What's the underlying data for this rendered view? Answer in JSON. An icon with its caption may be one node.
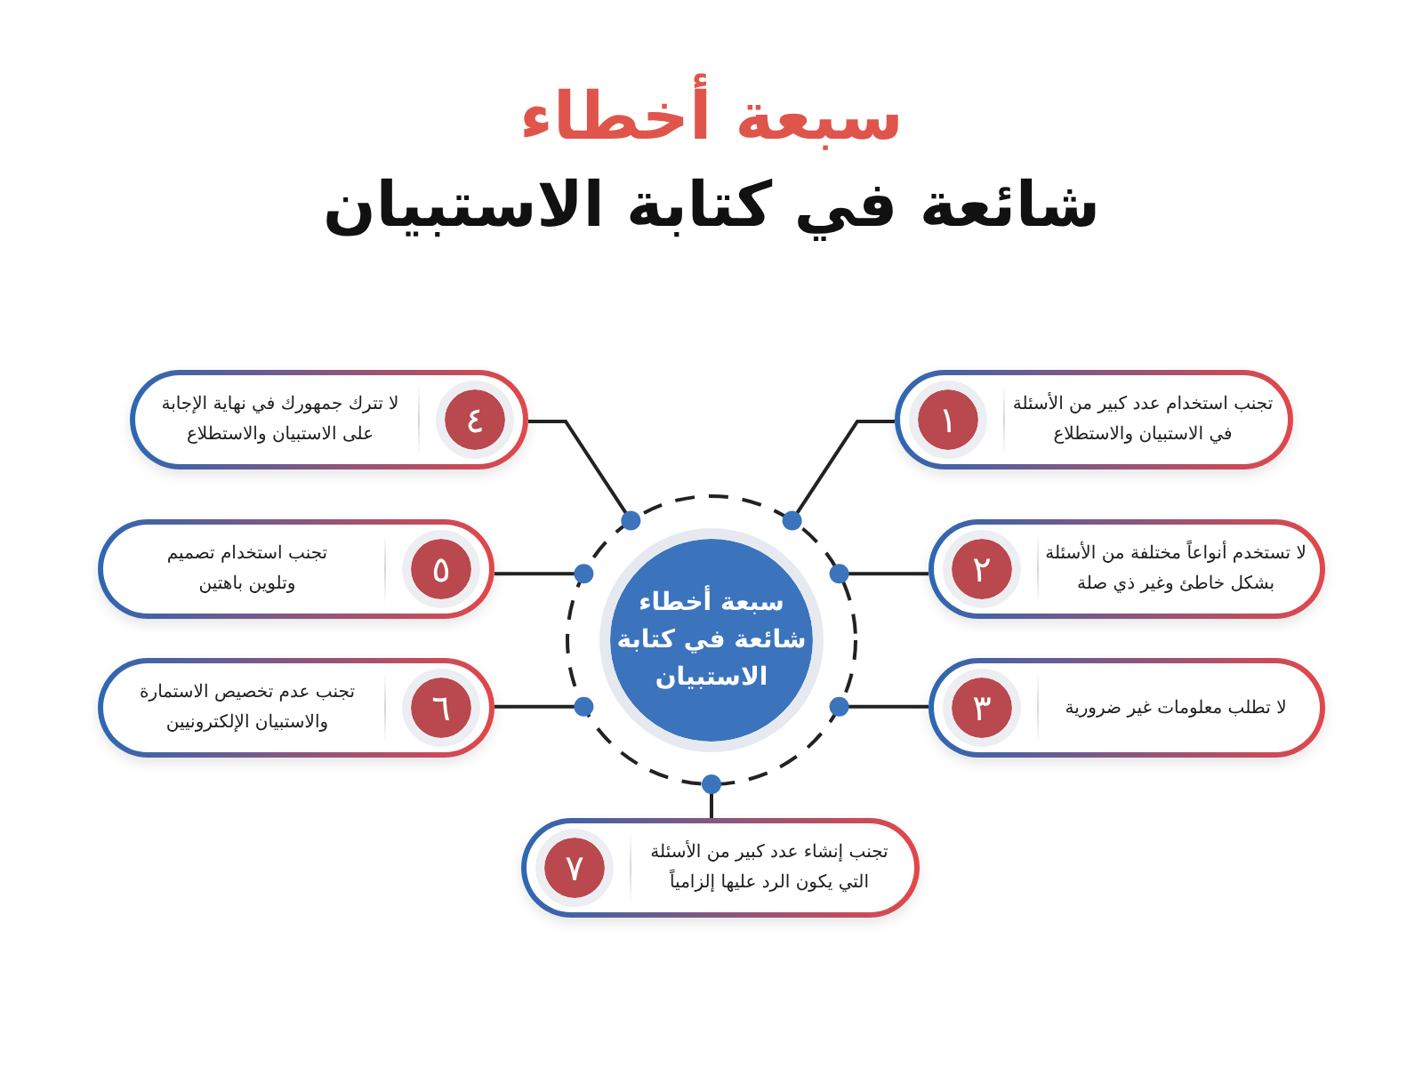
{
  "diagram": {
    "title": "سبعة أخطاء شائعة في كتابة الاستبيان",
    "nodes": [
      {
        "text": [],
        "shape": "circle"
      },
      {
        "text": [
          "سبعة أخطاء شائعة في كتابة الاستبيان"
        ],
        "in": 0
      },
      {
        "text": [
          "تجنب استخدام عدد كبير من الأسئلة في الاستبيان والاستطلاع",
          "١"
        ]
      },
      {
        "text": [
          "لا تستخدم أنواعاً مختلفة من الأسئلة بشكل خاطئ وغير ذي صلة",
          "٢"
        ]
      },
      {
        "text": [
          "لا تطلب معلومات غير ضرورية",
          "٣"
        ]
      },
      {
        "text": [
          "٤",
          "لا تترك جمهورك في نهاية الإجابة على الاستبيان والاستطلاع"
        ]
      },
      {
        "text": [
          "٥",
          "تجنب استخدام تصميم وتلوين باهتين"
        ]
      },
      {
        "text": [
          "٦",
          "تجنب عدم تخصيص الاستمارة والاستبيان الإلكترونيين"
        ]
      },
      {
        "text": [
          "تجنب إنشاء عدد كبير من الأسئلة التي يكون الرد عليها إلزامياً",
          "٧"
        ]
      }
    ],
    "edges": [
      {
        "from": 0,
        "to": 2,
        "arrow": "other"
      },
      {
        "from": 0,
        "to": 3,
        "arrow": "other"
      },
      {
        "from": 0,
        "to": 4,
        "arrow": "other"
      },
      {
        "from": 0,
        "to": 5,
        "arrow": "other"
      },
      {
        "from": 0,
        "to": 6,
        "arrow": "other"
      },
      {
        "from": 0,
        "to": 7,
        "arrow": "other"
      },
      {
        "from": 0,
        "to": 8,
        "arrow": "other"
      }
    ]
  }
}
